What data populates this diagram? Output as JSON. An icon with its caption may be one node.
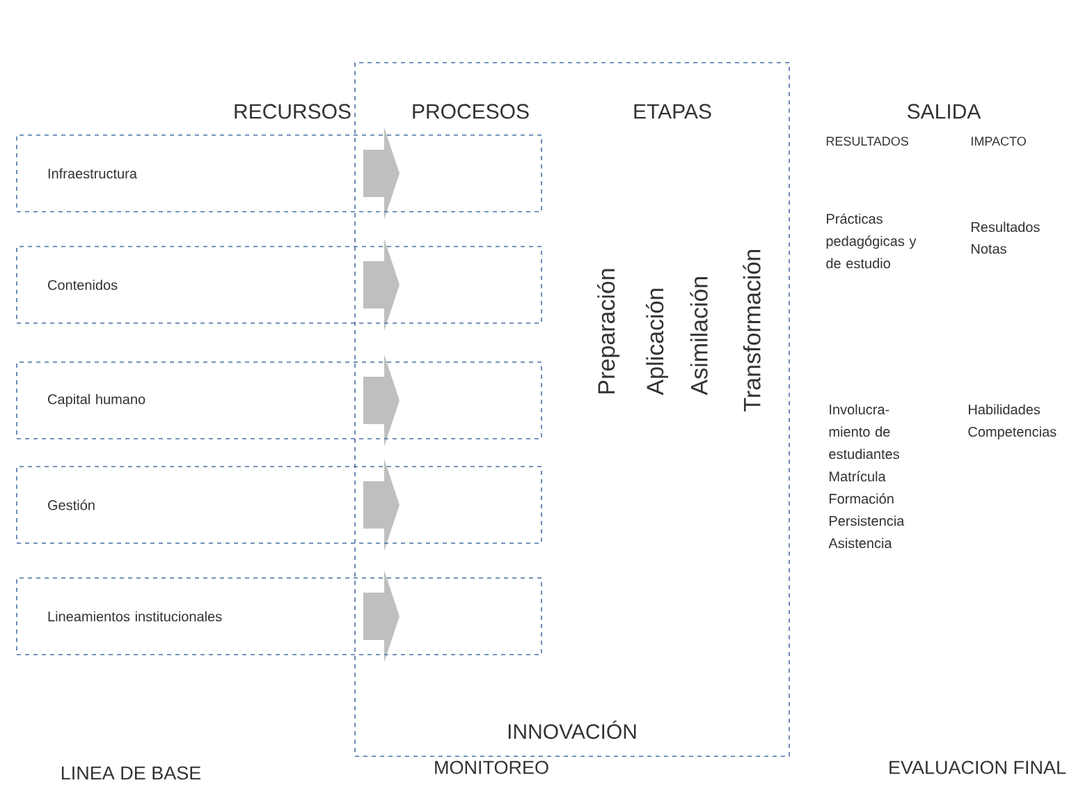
{
  "diagram": {
    "nodes": [
      {
        "text": [
          "PROCESOS",
          "ETAPAS",
          "Preparación",
          "Aplicación",
          "Asimilación",
          "Transformación",
          "INNOVACIÓN"
        ]
      },
      {
        "text": [
          "Infraestructura"
        ]
      },
      {
        "text": [
          "Contenidos"
        ]
      },
      {
        "text": [
          "Capital humano"
        ]
      },
      {
        "text": [
          "Gestión"
        ]
      },
      {
        "text": [
          "Lineamientos institucionales"
        ]
      }
    ],
    "edges": [],
    "labels": [
      "RECURSOS",
      "SALIDA",
      "RESULTADOS",
      "IMPACTO",
      "Prácticas pedagógicas y de estudio",
      "Resultados",
      "Notas",
      "Involucra- miento de estudiantes",
      "Matrícula",
      "Formación",
      "Persistencia",
      "Asistencia",
      "Habilidades",
      "Competencias",
      "LINEA DE BASE",
      "MONITOREO",
      "EVALUACION FINAL"
    ]
  }
}
